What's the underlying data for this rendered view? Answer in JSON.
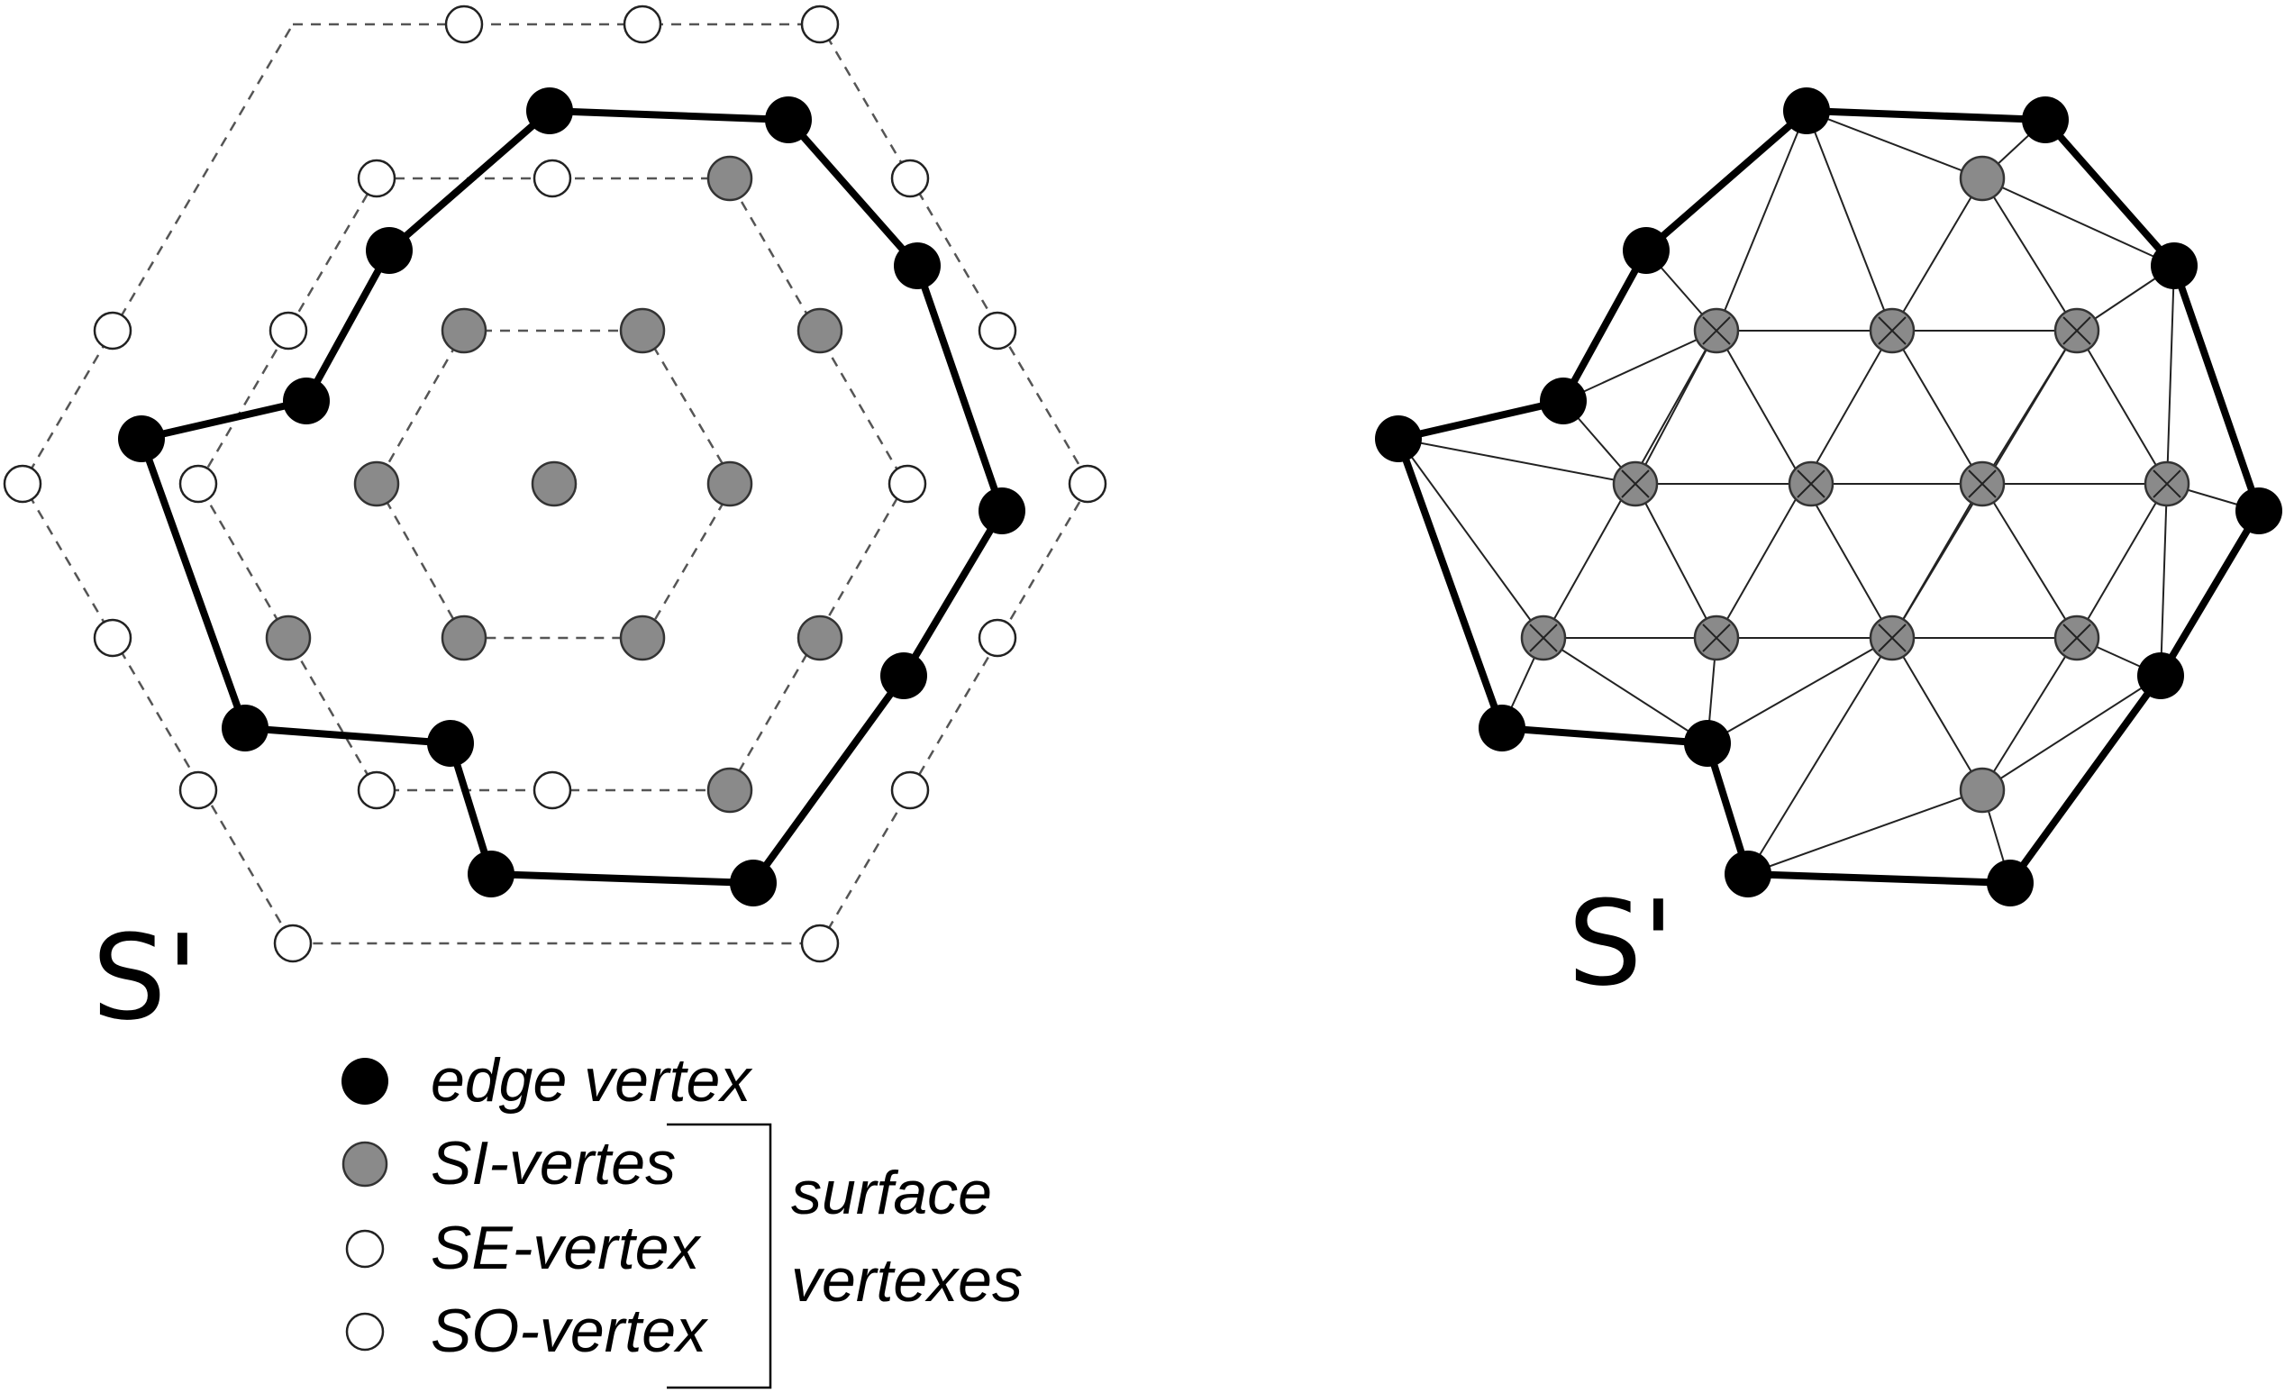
{
  "colors": {
    "edge_vertex": "#000000",
    "si_vertex": "#8a8a8a",
    "open_vertex": "#ffffff",
    "stroke": "#000000",
    "dashed": "#555555"
  },
  "left_panel": {
    "label": "S'"
  },
  "right_panel": {
    "label": "S'"
  },
  "legend": {
    "items": [
      {
        "marker": "filled-black",
        "label": "edge vertex"
      },
      {
        "marker": "filled-gray",
        "label": "SI-vertes"
      },
      {
        "marker": "open",
        "label": "SE-vertex"
      },
      {
        "marker": "open",
        "label": "SO-vertex"
      }
    ],
    "group_label_line1": "surface",
    "group_label_line2": "vertexes"
  }
}
